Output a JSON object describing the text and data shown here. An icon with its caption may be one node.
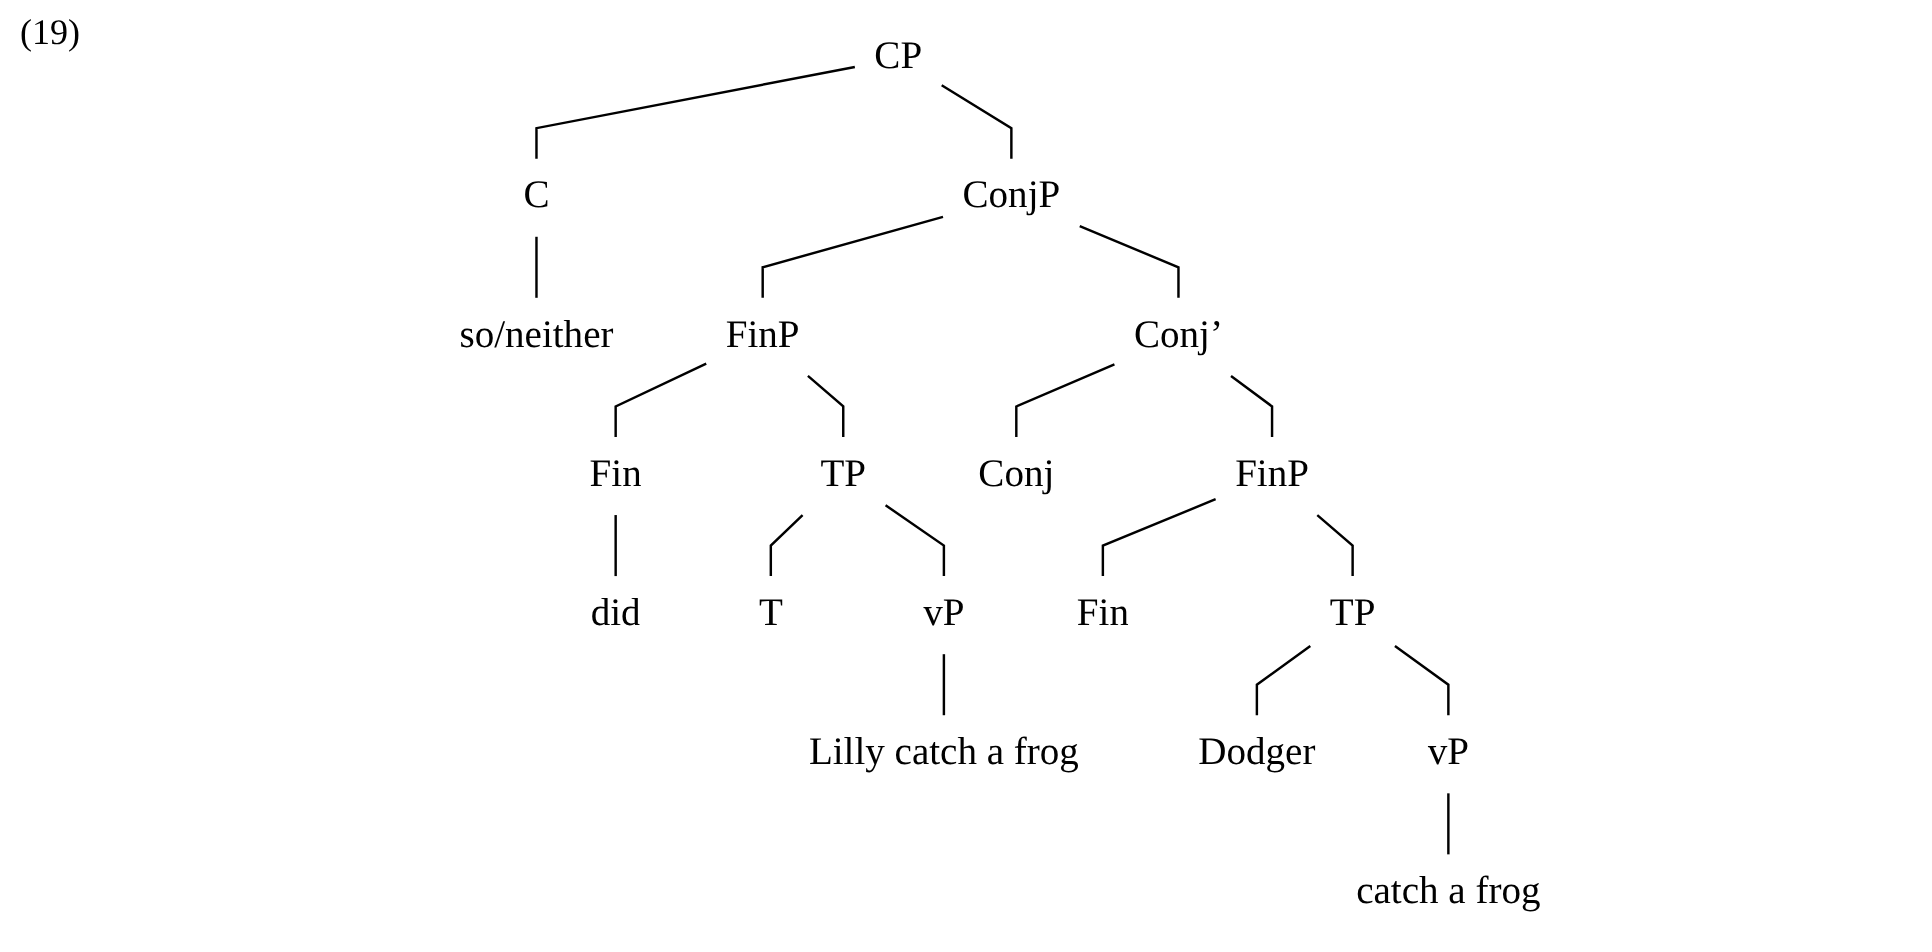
{
  "diagram": {
    "nodes": [
      {
        "text": [
          "CP"
        ]
      },
      {
        "text": [
          "C"
        ]
      },
      {
        "text": [
          "so/neither"
        ]
      },
      {
        "text": [
          "ConjP"
        ]
      },
      {
        "text": [
          "FinP"
        ]
      },
      {
        "text": [
          "Fin"
        ]
      },
      {
        "text": [
          "did"
        ]
      },
      {
        "text": [
          "TP"
        ]
      },
      {
        "text": [
          "T"
        ]
      },
      {
        "text": [
          "vP"
        ]
      },
      {
        "text": [
          "Lilly catch a frog"
        ]
      },
      {
        "text": [
          "Conj’"
        ]
      },
      {
        "text": [
          "Conj"
        ]
      },
      {
        "text": [
          "FinP"
        ]
      },
      {
        "text": [
          "Fin"
        ]
      },
      {
        "text": [
          "TP"
        ]
      },
      {
        "text": [
          "Dodger"
        ]
      },
      {
        "text": [
          "vP"
        ]
      },
      {
        "text": [
          "catch a frog"
        ]
      }
    ],
    "edges": [
      {
        "from": 0,
        "to": 1,
        "arrow": "none"
      },
      {
        "from": 1,
        "to": 2,
        "arrow": "none"
      },
      {
        "from": 0,
        "to": 3,
        "arrow": "none"
      },
      {
        "from": 3,
        "to": 4,
        "arrow": "none"
      },
      {
        "from": 3,
        "to": 11,
        "arrow": "none"
      },
      {
        "from": 4,
        "to": 5,
        "arrow": "none"
      },
      {
        "from": 5,
        "to": 6,
        "arrow": "none"
      },
      {
        "from": 4,
        "to": 7,
        "arrow": "none"
      },
      {
        "from": 7,
        "to": 8,
        "arrow": "none"
      },
      {
        "from": 7,
        "to": 9,
        "arrow": "none"
      },
      {
        "from": 9,
        "to": 10,
        "arrow": "none"
      },
      {
        "from": 11,
        "to": 12,
        "arrow": "none"
      },
      {
        "from": 11,
        "to": 13,
        "arrow": "none"
      },
      {
        "from": 13,
        "to": 14,
        "arrow": "none"
      },
      {
        "from": 13,
        "to": 15,
        "arrow": "none"
      },
      {
        "from": 15,
        "to": 16,
        "arrow": "none"
      },
      {
        "from": 15,
        "to": 17,
        "arrow": "none"
      },
      {
        "from": 17,
        "to": 18,
        "arrow": "none"
      }
    ],
    "labels": [
      "(19)"
    ]
  }
}
